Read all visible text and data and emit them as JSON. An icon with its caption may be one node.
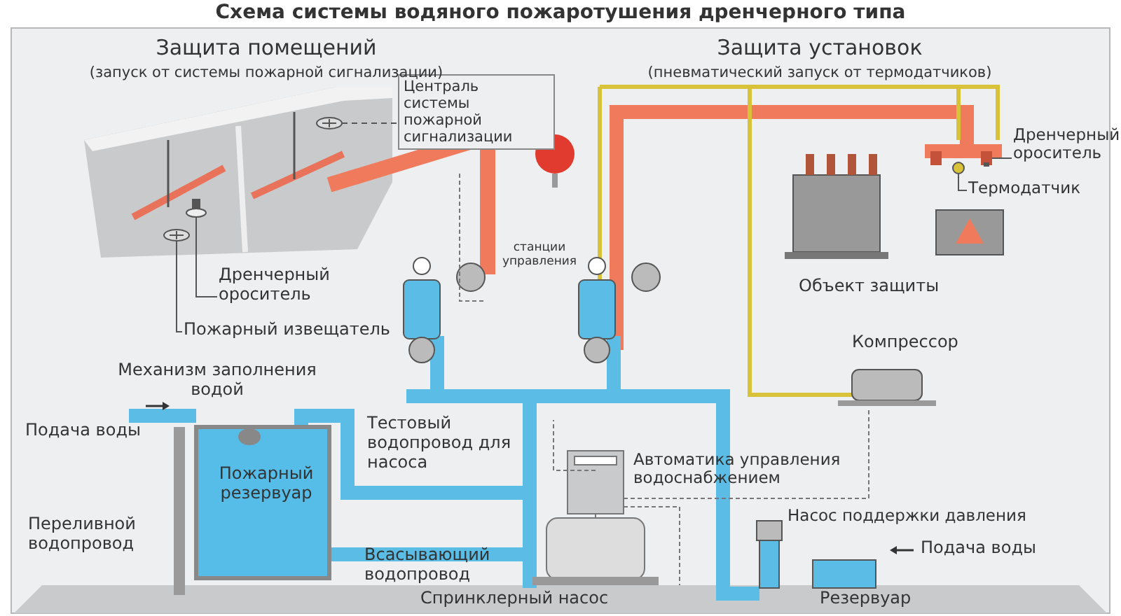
{
  "diagram": {
    "title": "Схема системы водяного пожаротушения дренчерного типа",
    "nodes": [
      {
        "text": [
          "Централь системы пожарной сигнализации"
        ]
      },
      {
        "text": [
          "Дренчерный ороситель"
        ]
      },
      {
        "text": [],
        "shape": "picture"
      },
      {
        "text": [
          "Пожарный извещатель"
        ]
      },
      {
        "text": [],
        "shape": "picture"
      },
      {
        "text": [
          "Дренчерный ороситель"
        ]
      },
      {
        "text": [],
        "shape": "picture"
      },
      {
        "text": [
          "Термодатчик"
        ]
      },
      {
        "text": [],
        "shape": "circle"
      },
      {
        "text": [],
        "shape": "picture"
      }
    ],
    "edges": [
      {
        "from": 1,
        "to": 2,
        "arrow": "none"
      },
      {
        "from": 3,
        "to": 4,
        "arrow": "none"
      },
      {
        "from": 0,
        "to": 9,
        "arrow": "none",
        "style": "dashed"
      },
      {
        "from": 5,
        "to": 6,
        "arrow": "none"
      },
      {
        "from": 7,
        "to": 8,
        "arrow": "none"
      }
    ],
    "labels": [
      "Защита помещений",
      "(запуск от системы пожарной сигнализации)",
      "Защита установок",
      "(пневматический запуск от термодатчиков)",
      "станции управления",
      "Объект защиты",
      "Компрессор",
      "Механизм заполнения водой",
      "Подача воды",
      "Тестовый водопровод для насоса",
      "Автоматика управления водоснабжением",
      "Пожарный резервуар",
      "Переливной водопровод",
      "Всасывающий водопровод",
      "Насос поддержки давления",
      "Подача воды",
      "Спринклерный насос",
      "Резервуар"
    ]
  }
}
